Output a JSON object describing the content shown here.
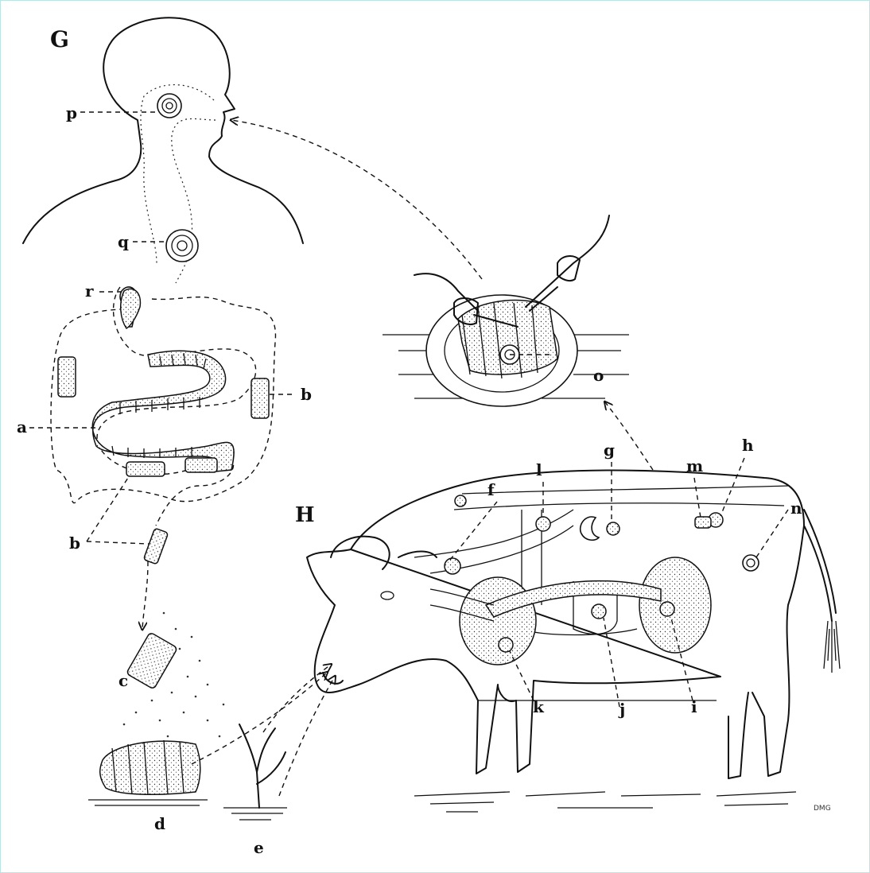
{
  "figure": {
    "panel_labels": {
      "human": "G",
      "cow": "H"
    },
    "labels": {
      "a": "a",
      "b": "b",
      "b2": "b",
      "c": "c",
      "d": "d",
      "e": "e",
      "f": "f",
      "g": "g",
      "h": "h",
      "i": "i",
      "j": "j",
      "k": "k",
      "l": "l",
      "m": "m",
      "n": "n",
      "o": "o",
      "p": "p",
      "q": "q",
      "r": "r"
    },
    "signature": "DMG"
  }
}
